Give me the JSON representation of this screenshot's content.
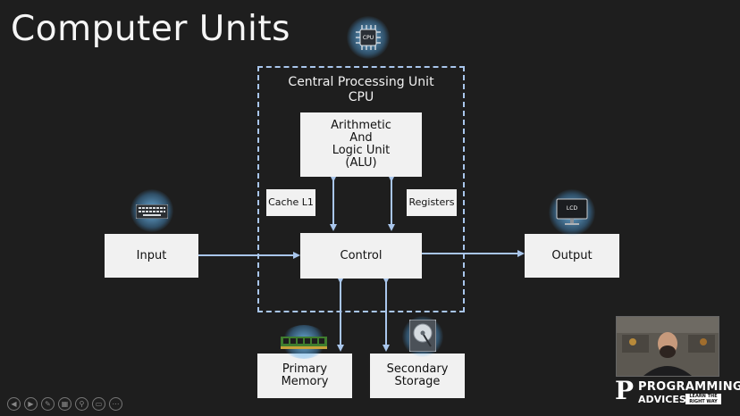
{
  "slide": {
    "title": "Computer Units"
  },
  "diagram": {
    "cpu_title": "Central Processing Unit",
    "cpu_subtitle": "CPU",
    "alu_lines": [
      "Arithmetic",
      "And",
      "Logic Unit",
      "(ALU)"
    ],
    "cache_label": "Cache L1",
    "registers_label": "Registers",
    "control_label": "Control",
    "input_label": "Input",
    "output_label": "Output",
    "primary_lines": [
      "Primary",
      "Memory"
    ],
    "secondary_lines": [
      "Secondary",
      "Storage"
    ]
  },
  "icons": {
    "cpu_chip_text": "CPU",
    "monitor_text": "LCD",
    "keyboard": "keyboard-icon",
    "ram": "ram-icon",
    "hard_disk": "hard-disk-icon"
  },
  "colors": {
    "background": "#1e1e1e",
    "box_fill": "#f1f1f1",
    "connector": "#a9c6ec",
    "icon_glow": "#6fc2ff"
  },
  "branding": {
    "line1": "PROGRAMMING",
    "line2": "ADVICES",
    "tagline": "LEARN THE RIGHT WAY"
  }
}
